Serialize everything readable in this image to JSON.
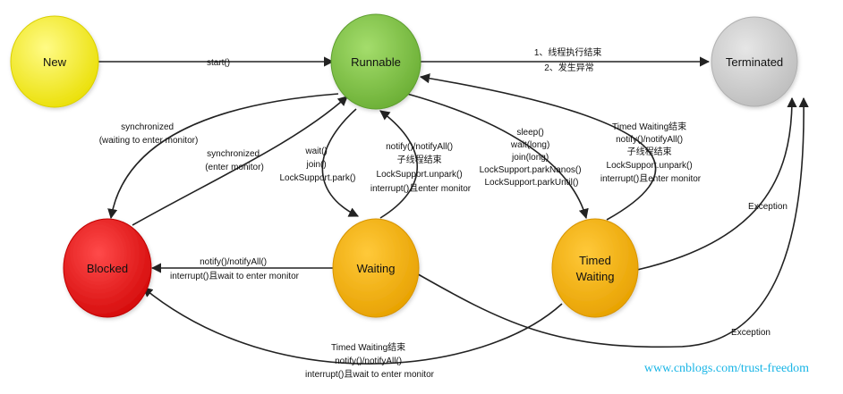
{
  "states": {
    "new": {
      "label": "New",
      "color": "#f7f11a"
    },
    "runnable": {
      "label": "Runnable",
      "color": "#7cc243"
    },
    "terminated": {
      "label": "Terminated",
      "color": "#cfcfcf"
    },
    "blocked": {
      "label": "Blocked",
      "color": "#ee1212"
    },
    "waiting": {
      "label": "Waiting",
      "color": "#f2b100"
    },
    "timed_waiting": {
      "lines": [
        "Timed",
        "Waiting"
      ],
      "color": "#f2b100"
    }
  },
  "transitions": {
    "new_to_runnable": [
      "start()"
    ],
    "runnable_to_terminated": [
      "1、线程执行结束",
      "2、发生异常"
    ],
    "runnable_to_blocked": [
      "synchronized",
      "(waiting to enter monitor)"
    ],
    "blocked_to_runnable": [
      "synchronized",
      "(enter monitor)"
    ],
    "runnable_to_waiting": [
      "wait()",
      "join()",
      "LockSupport.park()"
    ],
    "waiting_to_runnable": [
      "notify()/notifyAll()",
      "子线程结束",
      "LockSupport.unpark()",
      "interrupt()且enter monitor"
    ],
    "runnable_to_timed_waiting": [
      "sleep()",
      "wait(long)",
      "join(long)",
      "LockSupport.parkNanos()",
      "LockSupport.parkUntil()"
    ],
    "timed_waiting_to_runnable": [
      "Timed Waiting结束",
      "notify()/notifyAll()",
      "子线程结束",
      "LockSupport.unpark()",
      "interrupt()且enter monitor"
    ],
    "waiting_to_blocked": [
      "notify()/notifyAll()",
      "interrupt()且wait to enter monitor"
    ],
    "timed_waiting_to_blocked": [
      "Timed Waiting结束",
      "notify()/notifyAll()",
      "interrupt()且wait to enter monitor"
    ],
    "timed_waiting_to_terminated": [
      "Exception"
    ],
    "waiting_to_terminated": [
      "Exception"
    ]
  },
  "watermark": "www.cnblogs.com/trust-freedom"
}
